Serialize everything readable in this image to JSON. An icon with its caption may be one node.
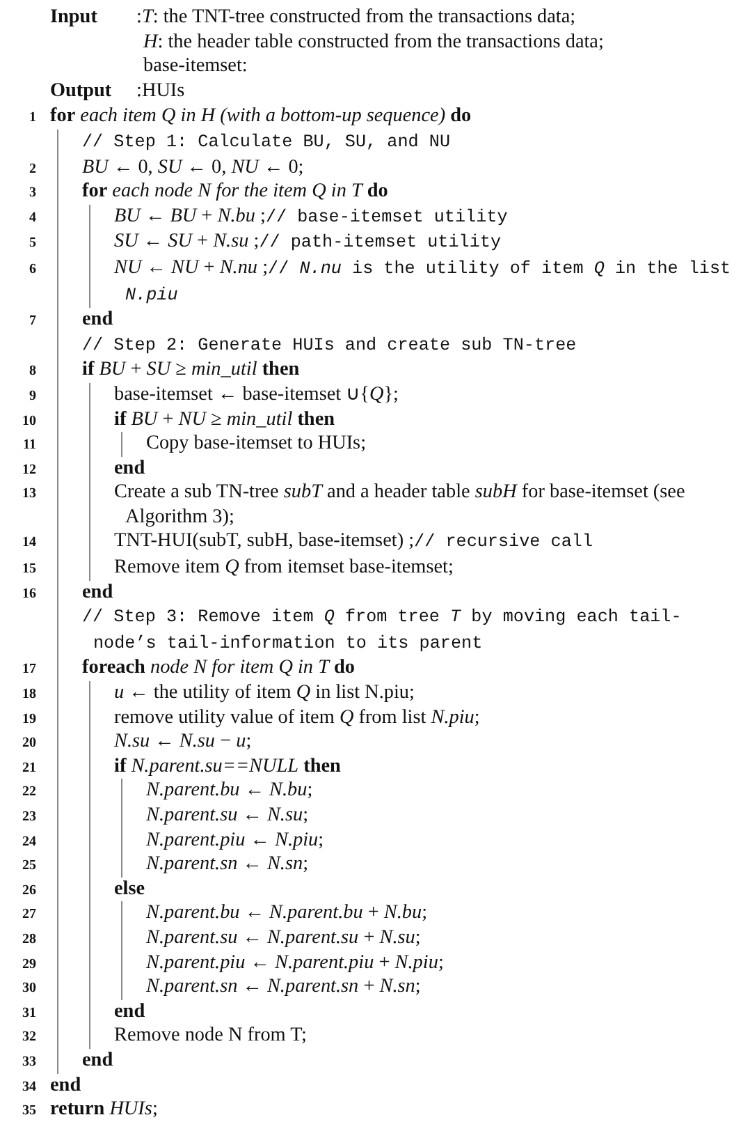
{
  "diagram": {
    "labels": [
      "Input",
      ":*T*: the TNT-tree constructed from the transactions data;",
      "*H*: the header table constructed from the transactions data;",
      "base-itemset:",
      "Output",
      ":HUIs",
      "1",
      "**for** *each item Q in H (with a bottom-up sequence)* **do**",
      "// Step 1:  Calculate BU, SU, and NU",
      "2",
      "*BU* ← 0, *SU* ← 0, *NU* ← 0;",
      "3",
      "**for** *each node N for the item Q in T* **do**",
      "4",
      "*BU* ← *BU* + *N.bu* ;",
      "// base-itemset utility",
      "5",
      "*SU* ← *SU* + *N.su* ;",
      "// path-itemset utility",
      "6",
      "*NU* ← *NU* + *N.nu* ;",
      "// *N.nu* is the utility of item *Q* in the list *N.piu*",
      "7",
      "**end**",
      "// Step 2:  Generate HUIs and create sub TN-tree",
      "8",
      "**if** *BU* + *SU* ≥ *min_util* **then**",
      "9",
      "base-itemset ← base-itemset ∪{*Q*};",
      "10",
      "**if** *BU* + *NU* ≥ *min_util* **then**",
      "11",
      "Copy base-itemset to HUIs;",
      "12",
      "**end**",
      "13",
      "Create a sub TN-tree *subT* and a header table *subH* for base-itemset (see Algorithm 3);",
      "14",
      "TNT-HUI(subT, subH, base-itemset) ;",
      "// recursive call",
      "15",
      "Remove item *Q* from itemset base-itemset;",
      "16",
      "**end**",
      "// Step 3:  Remove item *Q* from tree *T* by moving each tail-node’s tail-information to its parent",
      "17",
      "**foreach** *node N for item Q in T* **do**",
      "18",
      "*u* ← the utility of item *Q* in list N.piu;",
      "19",
      "remove utility value of item *Q* from list *N.piu*;",
      "20",
      "*N.su* ← *N.su* − *u*;",
      "21",
      "**if** *N.parent.su==NULL* **then**",
      "22",
      "*N.parent.bu* ← *N.bu*;",
      "23",
      "*N.parent.su* ← *N.su*;",
      "24",
      "*N.parent.piu* ← *N.piu*;",
      "25",
      "*N.parent.sn* ← *N.sn*;",
      "26",
      "**else**",
      "27",
      "*N.parent.bu* ← *N.parent.bu* + *N.bu*;",
      "28",
      "*N.parent.su* ← *N.parent.su* + *N.su*;",
      "29",
      "*N.parent.piu* ← *N.parent.piu* + *N.piu*;",
      "30",
      "*N.parent.sn* ← *N.parent.sn* + *N.sn*;",
      "31",
      "**end**",
      "32",
      "Remove node N from T;",
      "33",
      "**end**",
      "34",
      "**end**",
      "35",
      "**return** *HUIs*;"
    ]
  }
}
